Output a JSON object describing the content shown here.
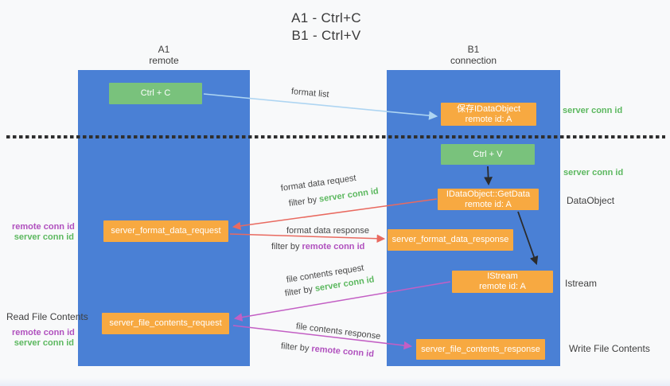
{
  "title": {
    "line1": "A1 - Ctrl+C",
    "line2": "B1 - Ctrl+V"
  },
  "lifelines": {
    "a": {
      "name": "A1",
      "subtitle": "remote"
    },
    "b": {
      "name": "B1",
      "subtitle": "connection"
    }
  },
  "nodes": {
    "ctrl_c": {
      "label": "Ctrl + C"
    },
    "save_idataobject": {
      "line1": "保存IDataObject",
      "line2": "remote id: A"
    },
    "ctrl_v": {
      "label": "Ctrl + V"
    },
    "getdata": {
      "line1": "IDataObject::GetData",
      "line2": "remote id: A"
    },
    "format_request": {
      "label": "server_format_data_request"
    },
    "format_response": {
      "label": "server_format_data_response"
    },
    "istream": {
      "line1": "IStream",
      "line2": "remote id: A"
    },
    "file_request": {
      "label": "server_file_contents_request"
    },
    "file_response": {
      "label": "server_file_contents_response"
    }
  },
  "annotations": {
    "right_server_conn_1": "server conn id",
    "right_server_conn_2": "server conn id",
    "dataobject": "DataObject",
    "istream": "Istream",
    "write_file": "Write File Contents",
    "read_file": "Read File Contents",
    "left_remote_conn_1": "remote conn id",
    "left_server_conn_1": "server conn id",
    "left_remote_conn_2": "remote conn id",
    "left_server_conn_2": "server conn id"
  },
  "arrow_labels": {
    "format_list": "format list",
    "format_data_request": "format data request",
    "filter_prefix_1": "filter by ",
    "filter_server_1": "server conn id",
    "format_data_response": "format data response",
    "filter_prefix_2": "filter by ",
    "filter_remote_2": "remote conn id",
    "file_contents_request": "file contents request",
    "filter_prefix_3": "filter by ",
    "filter_server_3": "server conn id",
    "file_contents_response": "file contents response",
    "filter_prefix_4": "filter by ",
    "filter_remote_4": "remote conn id"
  },
  "colors": {
    "lifeline_blue": "#4a80d5",
    "box_green": "#79c27c",
    "box_orange": "#f7a941",
    "arrow_blue": "#aed5f2",
    "arrow_black": "#2b2b2b",
    "arrow_red": "#e96a60",
    "arrow_magenta": "#c35fc4",
    "label_green": "#5cb85f",
    "label_purple": "#b050be",
    "text_dark": "#3f3f3f"
  }
}
